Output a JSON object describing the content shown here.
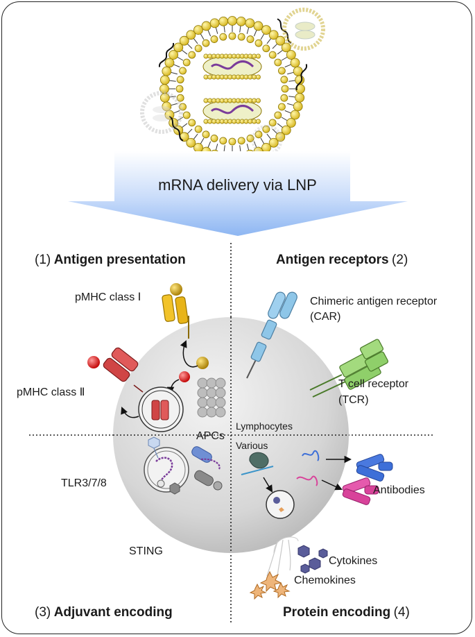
{
  "delivery_label": "mRNA delivery via LNP",
  "quadrants": {
    "q1": {
      "num": "(1)",
      "title": "Antigen presentation"
    },
    "q2": {
      "title": "Antigen receptors",
      "num": "(2)"
    },
    "q3": {
      "num": "(3)",
      "title": "Adjuvant encoding"
    },
    "q4": {
      "title": "Protein encoding",
      "num": "(4)"
    }
  },
  "labels": {
    "pmhc1": "pMHC class Ⅰ",
    "pmhc2": "pMHC class Ⅱ",
    "car_line1": "Chimeric antigen receptor",
    "car_line2": "(CAR)",
    "tcr_line1": "T cell receptor",
    "tcr_line2": "(TCR)",
    "apcs": "APCs",
    "lymphocytes": "Lymphocytes",
    "various": "Various",
    "tlr": "TLR3/7/8",
    "sting": "STING",
    "antibodies": "Antibodies",
    "cytokines": "Cytokines",
    "chemokines": "Chemokines"
  },
  "colors": {
    "mhc1": "#e8b418",
    "mhc2": "#c83a3a",
    "car": "#8ec6e8",
    "tcr": "#8fcf6a",
    "antibody_blue": "#3d6fd8",
    "antibody_pink": "#d8439a",
    "arrow": "#a9c8f5"
  }
}
